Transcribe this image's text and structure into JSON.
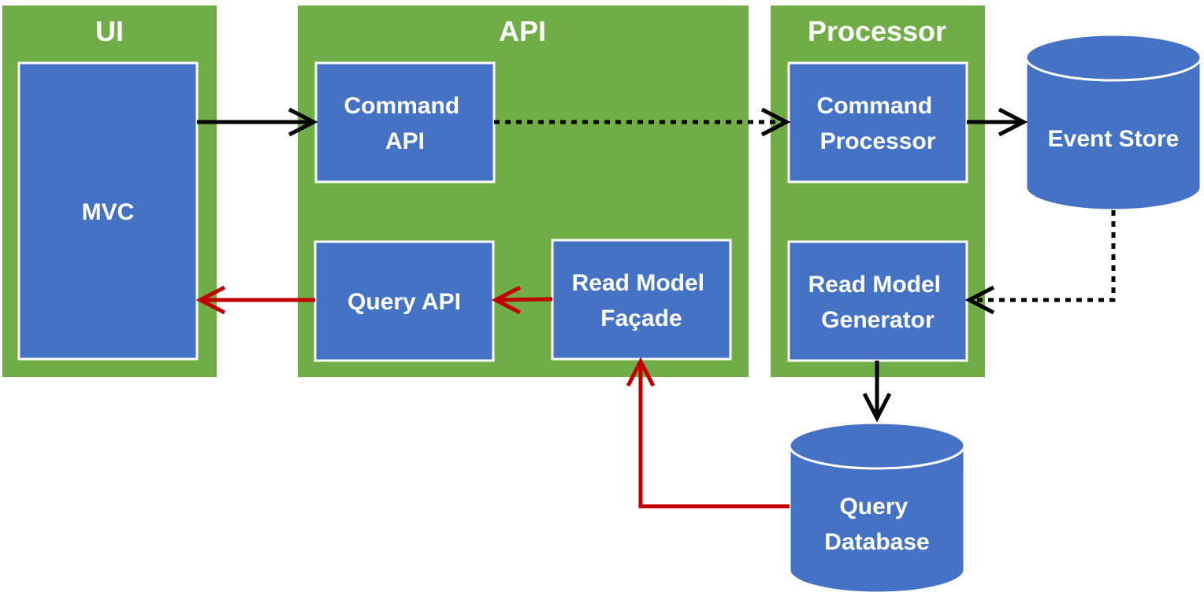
{
  "groups": {
    "ui": {
      "title": "UI"
    },
    "api": {
      "title": "API"
    },
    "processor": {
      "title": "Processor"
    }
  },
  "nodes": {
    "mvc": {
      "lines": [
        "MVC"
      ]
    },
    "command_api": {
      "lines": [
        "Command",
        "API"
      ]
    },
    "query_api": {
      "lines": [
        "Query API"
      ]
    },
    "read_model_facade": {
      "lines": [
        "Read Model",
        "Façade"
      ]
    },
    "command_processor": {
      "lines": [
        "Command",
        "Processor"
      ]
    },
    "read_model_generator": {
      "lines": [
        "Read Model",
        "Generator"
      ]
    },
    "event_store": {
      "lines": [
        "Event Store"
      ]
    },
    "query_database": {
      "lines": [
        "Query",
        "Database"
      ]
    }
  },
  "colors": {
    "group_fill": "#70ad47",
    "node_fill": "#4472c4",
    "node_border": "#ffffff",
    "command_flow": "#000000",
    "query_flow": "#c00000"
  }
}
